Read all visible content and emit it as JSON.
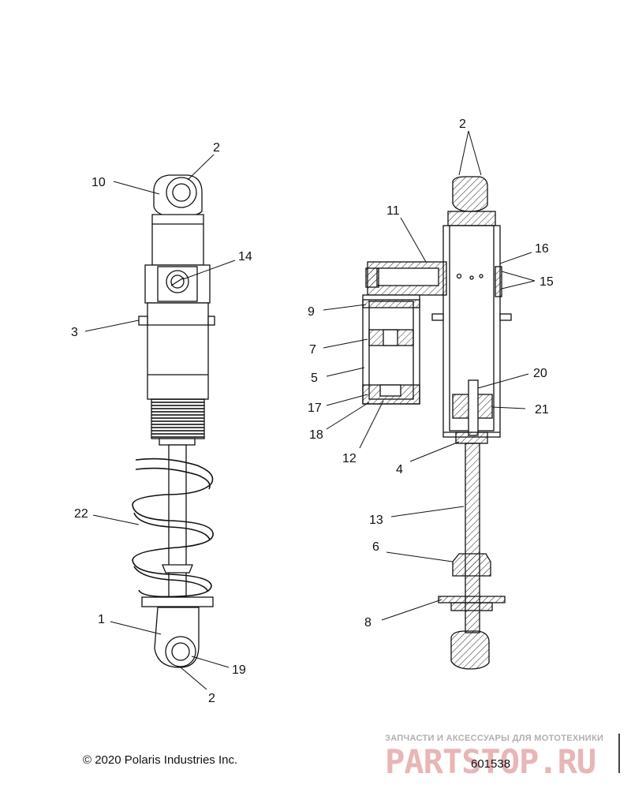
{
  "callouts": [
    {
      "id": "c-2-top-left",
      "text": "2"
    },
    {
      "id": "c-10",
      "text": "10"
    },
    {
      "id": "c-14",
      "text": "14"
    },
    {
      "id": "c-3",
      "text": "3"
    },
    {
      "id": "c-22",
      "text": "22"
    },
    {
      "id": "c-1",
      "text": "1"
    },
    {
      "id": "c-19",
      "text": "19"
    },
    {
      "id": "c-2-bottom-left",
      "text": "2"
    },
    {
      "id": "c-2-top-right",
      "text": "2"
    },
    {
      "id": "c-11",
      "text": "11"
    },
    {
      "id": "c-16",
      "text": "16"
    },
    {
      "id": "c-15",
      "text": "15"
    },
    {
      "id": "c-9",
      "text": "9"
    },
    {
      "id": "c-7",
      "text": "7"
    },
    {
      "id": "c-5",
      "text": "5"
    },
    {
      "id": "c-20",
      "text": "20"
    },
    {
      "id": "c-17",
      "text": "17"
    },
    {
      "id": "c-21",
      "text": "21"
    },
    {
      "id": "c-18",
      "text": "18"
    },
    {
      "id": "c-12",
      "text": "12"
    },
    {
      "id": "c-4",
      "text": "4"
    },
    {
      "id": "c-13",
      "text": "13"
    },
    {
      "id": "c-6",
      "text": "6"
    },
    {
      "id": "c-8",
      "text": "8"
    }
  ],
  "footer": {
    "copyright": "© 2020 Polaris Industries Inc.",
    "part_number": "601538"
  },
  "watermark": {
    "subtitle": "ЗАПЧАСТИ И АКСЕССУАРЫ ДЛЯ МОТОТЕХНИКИ",
    "brand": "PARTSTOP.RU"
  }
}
